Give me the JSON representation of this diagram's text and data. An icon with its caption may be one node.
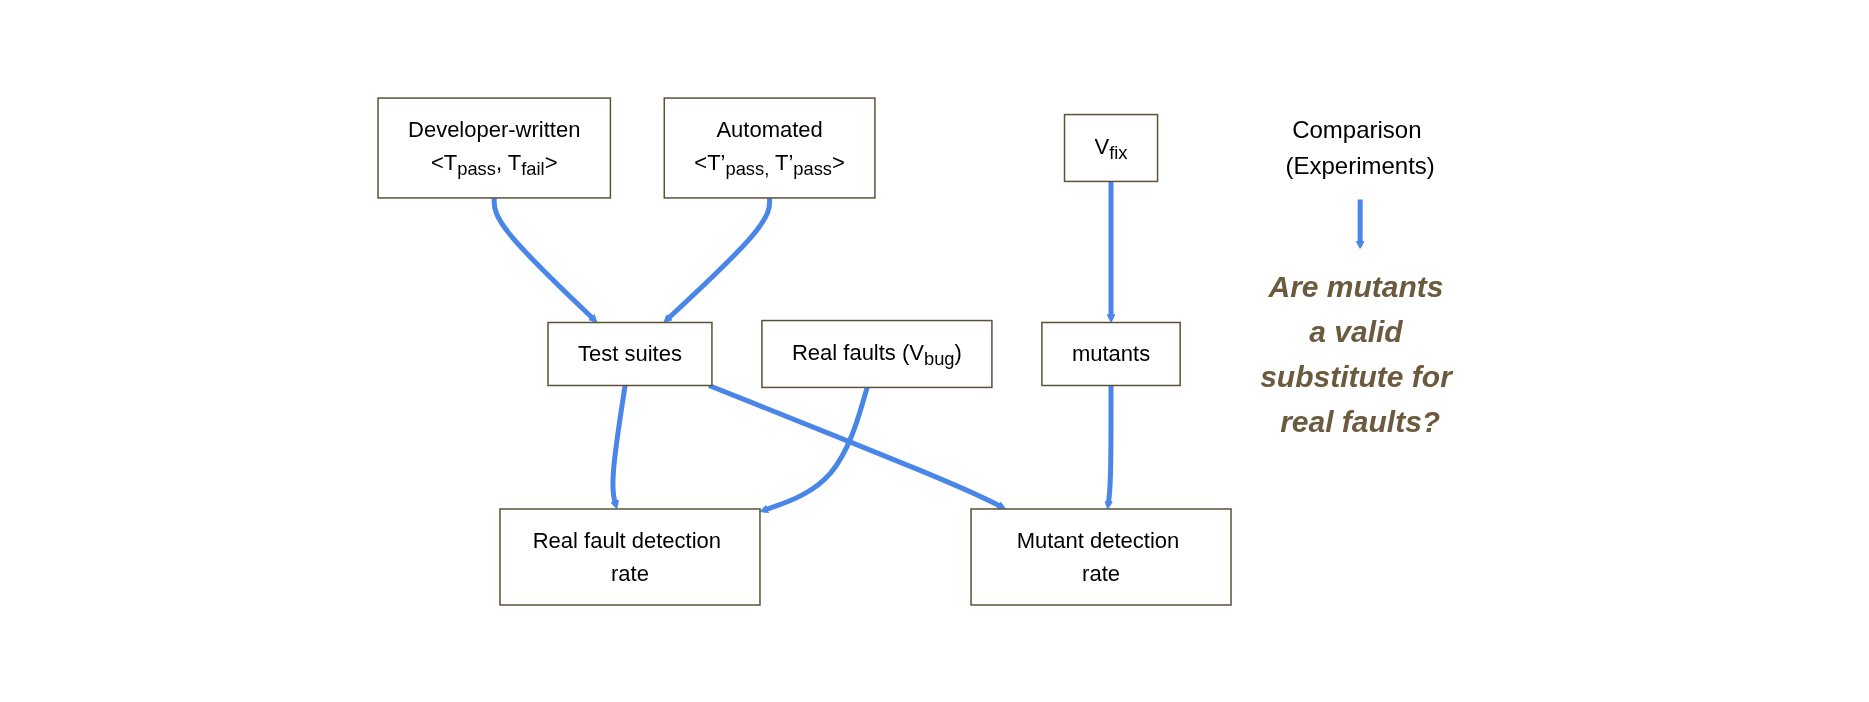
{
  "diagram": {
    "nodes": [
      {
        "text": [
          "Developer-written",
          "<T$_{pass}$, T$_{fail}$>"
        ]
      },
      {
        "text": [
          "Test suites"
        ]
      },
      {
        "text": [
          "Automated",
          "<T’$_{pass,}$ T’$_{pass}$>"
        ]
      },
      {
        "text": [
          "Real faults (V$_{bug}$)"
        ]
      },
      {
        "text": [
          "Real fault detection rate"
        ]
      },
      {
        "text": [
          "Mutant detection rate"
        ]
      },
      {
        "text": [
          "mutants"
        ]
      },
      {
        "text": [
          "V$_{fix}$"
        ]
      },
      {
        "text": [
          "Comparison (Experiments)"
        ]
      },
      {
        "text": [
          "Are mutants a valid substitute for real faults?"
        ]
      }
    ],
    "edges": [
      {
        "from": 0,
        "to": 1,
        "arrow": "to"
      },
      {
        "from": 2,
        "to": 1,
        "arrow": "to"
      },
      {
        "from": 1,
        "to": 4,
        "arrow": "to"
      },
      {
        "from": 1,
        "to": 5,
        "arrow": "to"
      },
      {
        "from": 3,
        "to": 4,
        "arrow": "to"
      },
      {
        "from": 6,
        "to": 5,
        "arrow": "to"
      },
      {
        "from": 7,
        "to": 6,
        "arrow": "to"
      },
      {
        "from": 8,
        "to": 9,
        "arrow": "to"
      }
    ]
  }
}
